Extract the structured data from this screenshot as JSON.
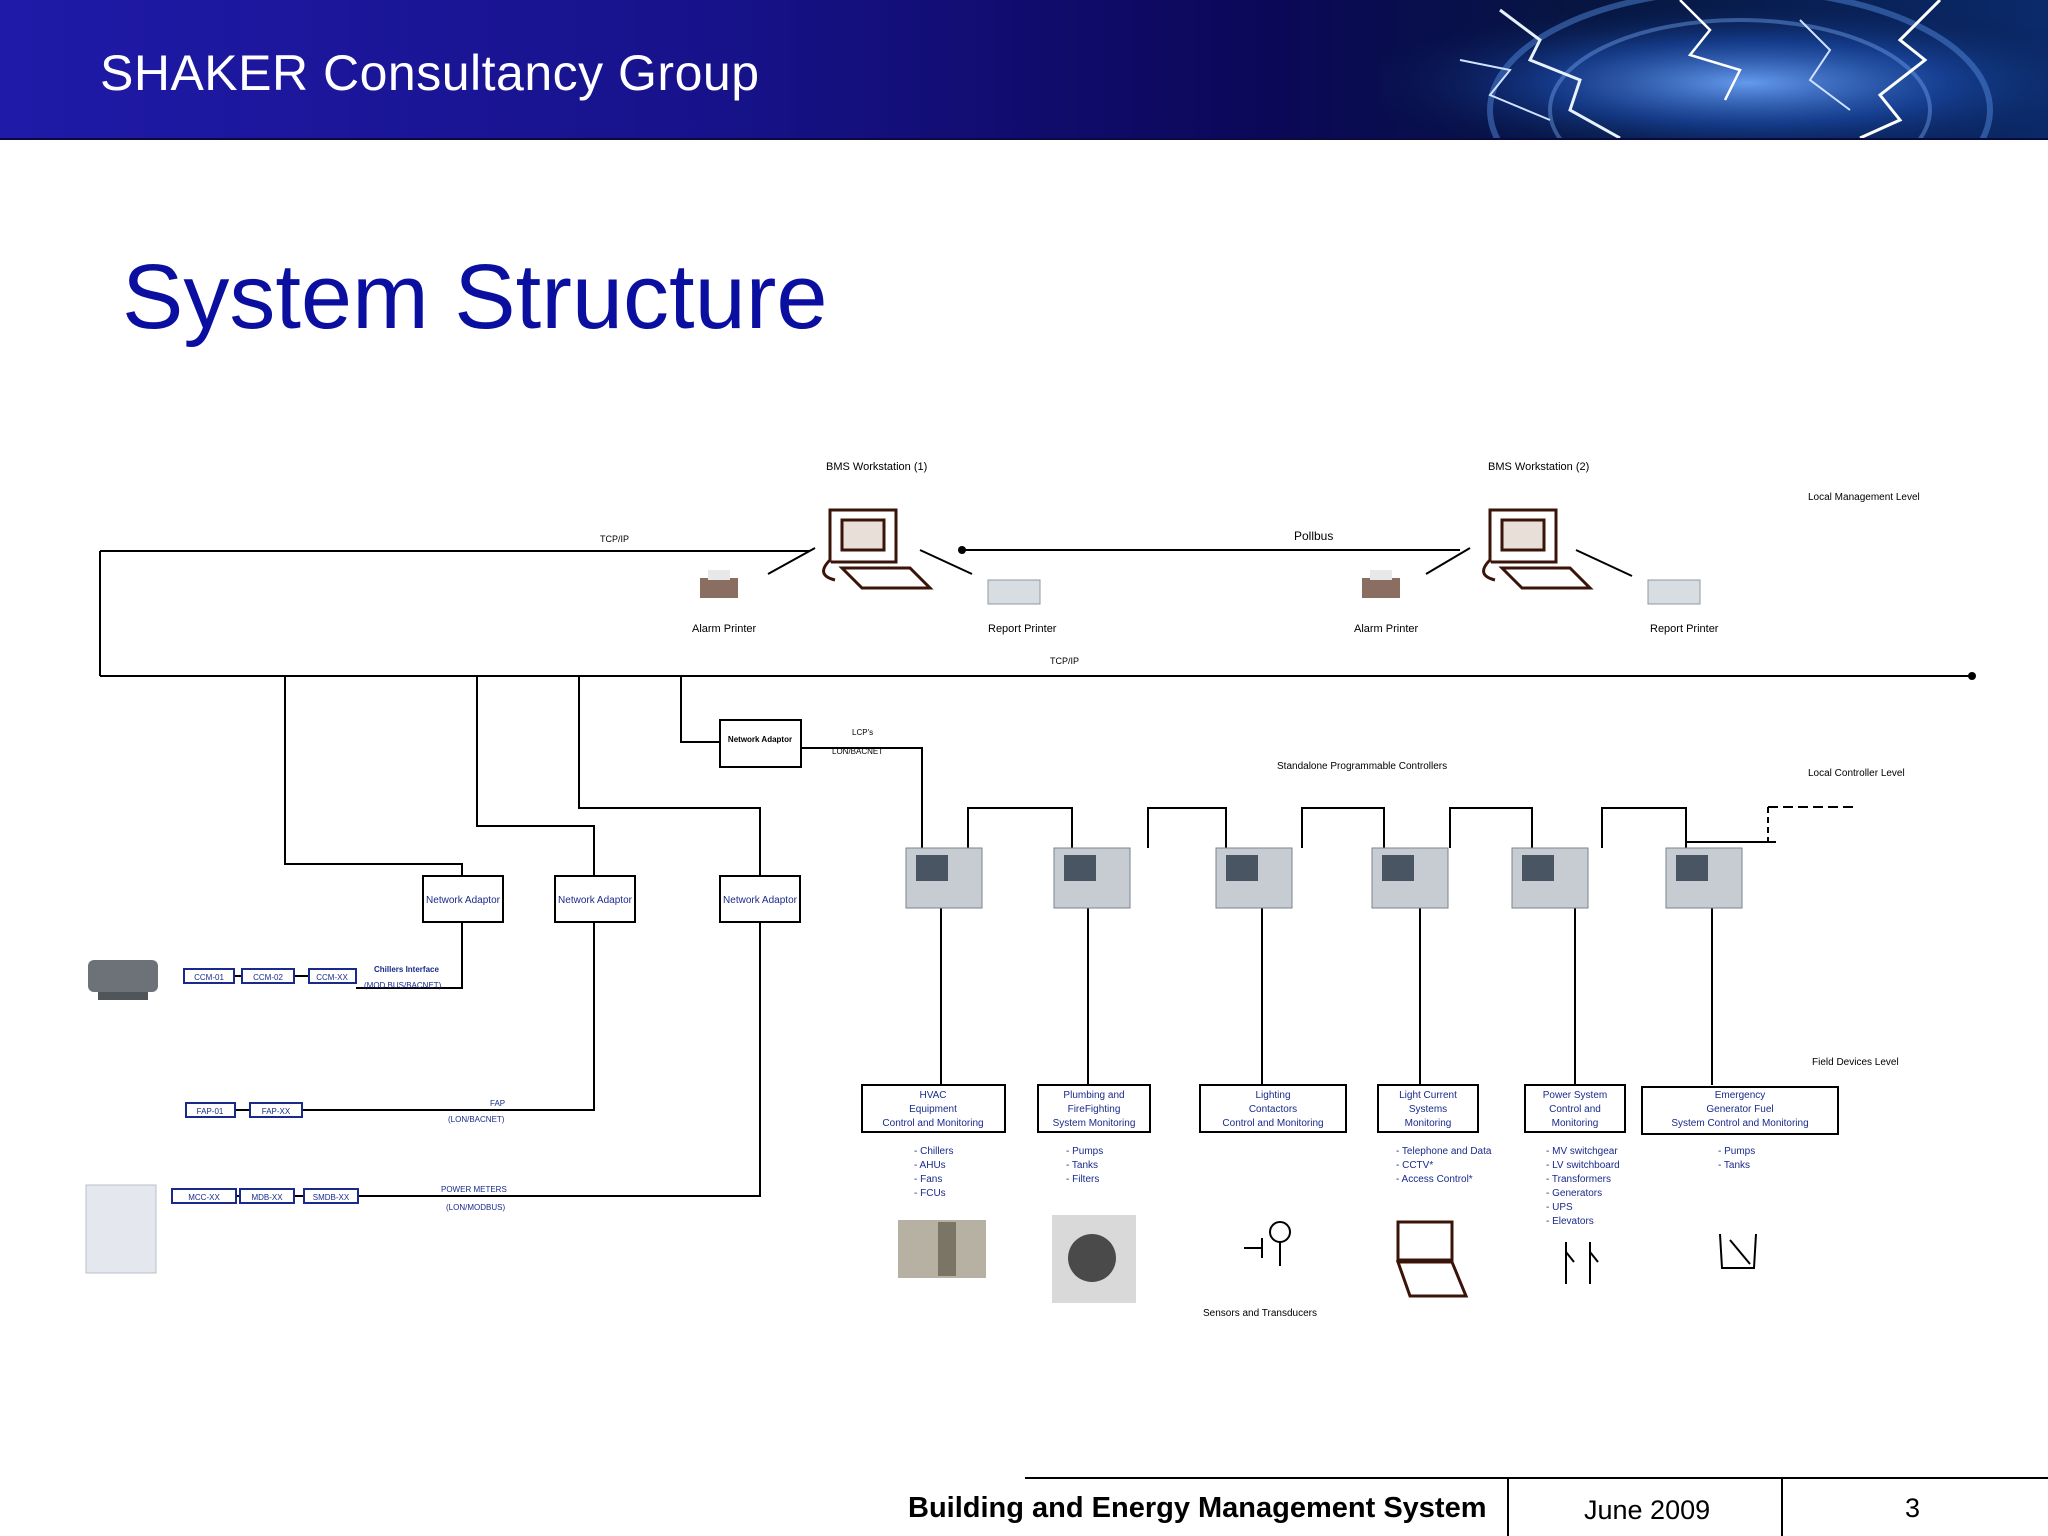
{
  "header": {
    "company": "SHAKER Consultancy Group"
  },
  "slide": {
    "title": "System Structure"
  },
  "diagram": {
    "workstation1": "BMS Workstation (1)",
    "workstation2": "BMS Workstation (2)",
    "tcpip_top": "TCP/IP",
    "tcpip_bus": "TCP/IP",
    "pollbus": "Pollbus",
    "alarm_printer": "Alarm Printer",
    "report_printer": "Report Printer",
    "local_management_level": "Local Management Level",
    "local_controller_level": "Local Controller Level",
    "field_devices_level": "Field Devices Level",
    "standalone_controllers": "Standalone Programmable Controllers",
    "network_adaptor_top": "Network Adaptor",
    "lcps": "LCP's",
    "lonbacnet_lcp": "LON/BACNET",
    "network_adaptor": "Network Adaptor",
    "chillers_interface": "Chillers Interface",
    "chillers_protocol": "(MOD BUS/BACNET)",
    "chiller_modules": [
      "CCM-01",
      "CCM-02",
      "CCM-XX"
    ],
    "fap": "FAP",
    "fap_protocol": "(LON/BACNET)",
    "fap_modules": [
      "FAP-01",
      "FAP-XX"
    ],
    "power_meters": "POWER METERS",
    "power_protocol": "(LON/MODBUS)",
    "mcc_modules": [
      "MCC-XX",
      "MDB-XX",
      "SMDB-XX"
    ],
    "systems": [
      {
        "title": [
          "HVAC",
          "Equipment",
          "Control and Monitoring"
        ],
        "items": [
          "- Chillers",
          "- AHUs",
          "- Fans",
          "- FCUs"
        ]
      },
      {
        "title": [
          "Plumbing and",
          "FireFighting",
          "System Monitoring"
        ],
        "items": [
          "- Pumps",
          "- Tanks",
          "- Filters"
        ]
      },
      {
        "title": [
          "Lighting",
          "Contactors",
          "Control and Monitoring"
        ],
        "items": []
      },
      {
        "title": [
          "Light Current",
          "Systems",
          "Monitoring"
        ],
        "items": [
          "- Telephone and Data",
          "- CCTV*",
          "- Access Control*"
        ]
      },
      {
        "title": [
          "Power System",
          "Control and",
          "Monitoring"
        ],
        "items": [
          "- MV switchgear",
          "- LV switchboard",
          "- Transformers",
          "- Generators",
          "- UPS",
          "- Elevators"
        ]
      },
      {
        "title": [
          "Emergency",
          "Generator Fuel",
          "System Control and Monitoring"
        ],
        "items": [
          "- Pumps",
          "- Tanks"
        ]
      }
    ],
    "sensors": "Sensors and Transducers"
  },
  "footer": {
    "title": "Building and Energy Management System",
    "date": "June 2009",
    "page": "3"
  }
}
